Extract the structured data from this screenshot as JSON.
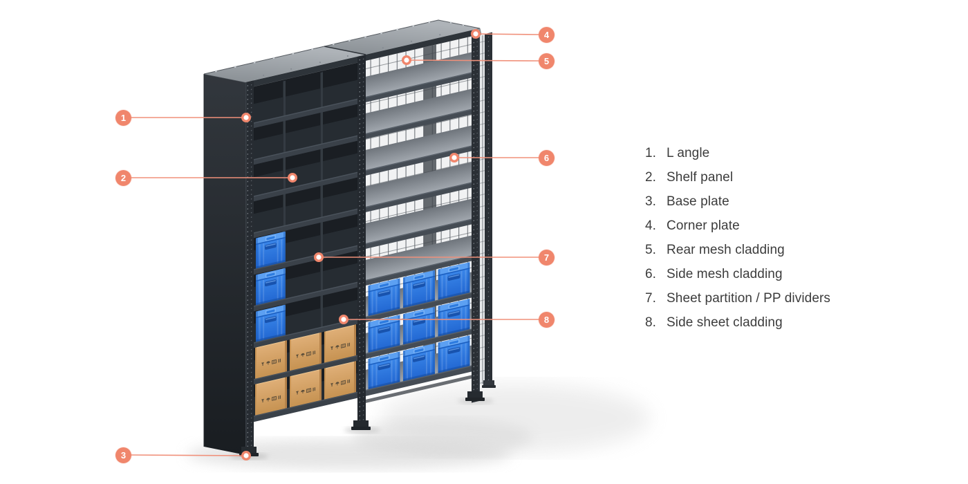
{
  "colors": {
    "accent": "#F0866C",
    "rack_dark": "#272C31",
    "cap_gray": "#9AA0A5",
    "mesh_light": "#F1F2F3",
    "bin_blue": "#2E7CE0",
    "box_tan": "#D7A76F",
    "legend_text": "#3C3C3C"
  },
  "callouts": {
    "items": [
      {
        "badge": "1",
        "num": "1.",
        "label": "L angle"
      },
      {
        "badge": "2",
        "num": "2.",
        "label": "Shelf panel"
      },
      {
        "badge": "3",
        "num": "3.",
        "label": "Base plate"
      },
      {
        "badge": "4",
        "num": "4.",
        "label": "Corner plate"
      },
      {
        "badge": "5",
        "num": "5.",
        "label": "Rear mesh cladding"
      },
      {
        "badge": "6",
        "num": "6.",
        "label": "Side mesh cladding"
      },
      {
        "badge": "7",
        "num": "7.",
        "label": "Sheet partition / PP dividers"
      },
      {
        "badge": "8",
        "num": "8.",
        "label": "Side sheet cladding"
      }
    ]
  }
}
